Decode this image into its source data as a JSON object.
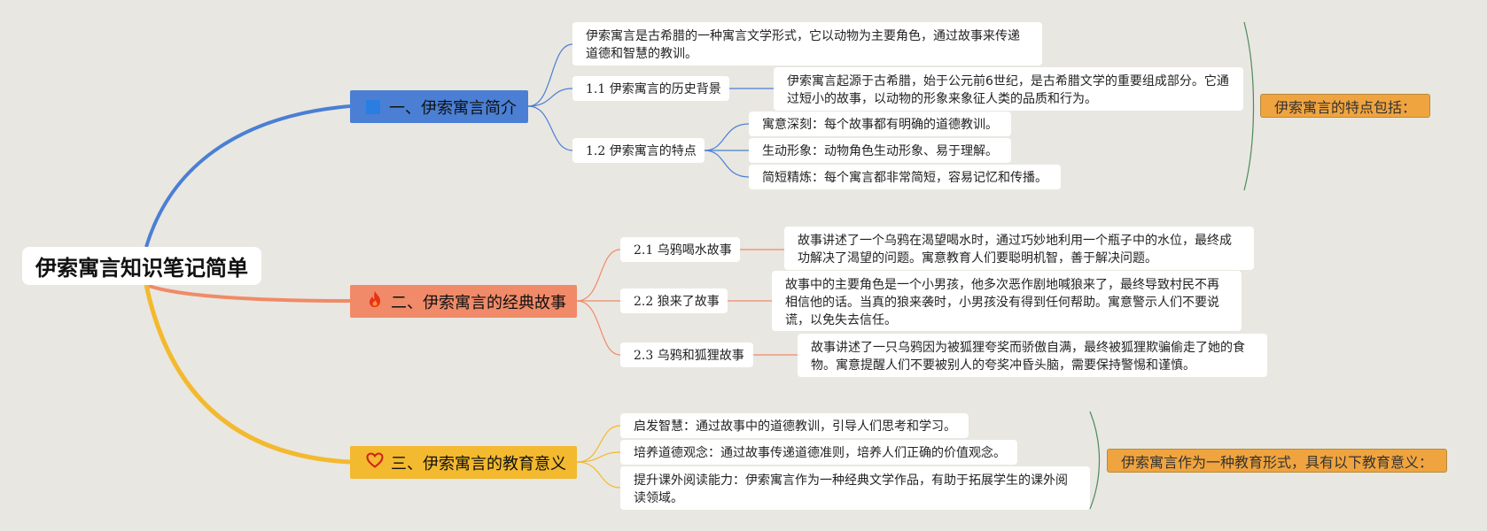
{
  "root": {
    "title": "伊索寓言知识笔记简单"
  },
  "branches": [
    {
      "label": "一、伊索寓言简介",
      "icon": "blue-square-icon",
      "color": "#4a7fd4",
      "intro": "伊索寓言是古希腊的一种寓言文学形式，它以动物为主要角色，通过故事来传递道德和智慧的教训。",
      "subs": [
        {
          "label": "1.1 伊索寓言的历史背景",
          "detail": "伊索寓言起源于古希腊，始于公元前6世纪，是古希腊文学的重要组成部分。它通过短小的故事，以动物的形象来象征人类的品质和行为。"
        },
        {
          "label": "1.2 伊索寓言的特点",
          "items": [
            "寓意深刻：每个故事都有明确的道德教训。",
            "生动形象：动物角色生动形象、易于理解。",
            "简短精炼：每个寓言都非常简短，容易记忆和传播。"
          ]
        }
      ],
      "summary": "伊索寓言的特点包括："
    },
    {
      "label": "二、伊索寓言的经典故事",
      "icon": "fire-icon",
      "color": "#f08a68",
      "subs": [
        {
          "label": "2.1 乌鸦喝水故事",
          "detail": "故事讲述了一个乌鸦在渴望喝水时，通过巧妙地利用一个瓶子中的水位，最终成功解决了渴望的问题。寓意教育人们要聪明机智，善于解决问题。"
        },
        {
          "label": "2.2 狼来了故事",
          "detail": "故事中的主要角色是一个小男孩，他多次恶作剧地喊狼来了，最终导致村民不再相信他的话。当真的狼来袭时，小男孩没有得到任何帮助。寓意警示人们不要说谎，以免失去信任。"
        },
        {
          "label": "2.3 乌鸦和狐狸故事",
          "detail": "故事讲述了一只乌鸦因为被狐狸夸奖而骄傲自满，最终被狐狸欺骗偷走了她的食物。寓意提醒人们不要被别人的夸奖冲昏头脑，需要保持警惕和谨慎。"
        }
      ]
    },
    {
      "label": "三、伊索寓言的教育意义",
      "icon": "heart-icon",
      "color": "#f3b92f",
      "items": [
        "启发智慧：通过故事中的道德教训，引导人们思考和学习。",
        "培养道德观念：通过故事传递道德准则，培养人们正确的价值观念。",
        "提升课外阅读能力：伊索寓言作为一种经典文学作品，有助于拓展学生的课外阅读领域。"
      ],
      "summary": "伊索寓言作为一种教育形式，具有以下教育意义："
    }
  ]
}
